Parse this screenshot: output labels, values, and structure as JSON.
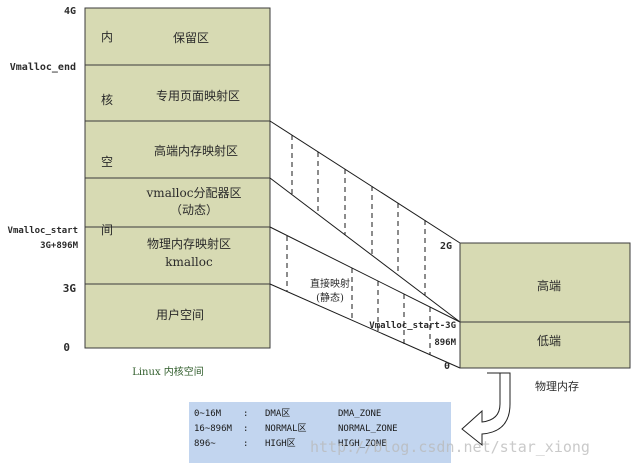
{
  "left_axis": {
    "top_4g": "4G",
    "vmalloc_end": "Vmalloc_end",
    "vmalloc_start": "Vmalloc_start",
    "addr_3g896m": "3G+896M",
    "addr_3g": "3G",
    "addr_0": "0"
  },
  "kernel_space_vertical": [
    "内",
    "核",
    "空",
    "间"
  ],
  "regions": {
    "reserved": "保留区",
    "dedicated": "专用页面映射区",
    "highmem": "高端内存映射区",
    "vmalloc_line1": "vmalloc分配器区",
    "vmalloc_line2": "（动态）",
    "physmap_line1": "物理内存映射区",
    "physmap_line2": "kmalloc",
    "user": "用户空间"
  },
  "linux_caption": "Linux 内核空间",
  "mapping_label_line1": "直接映射",
  "mapping_label_line2": "(静态)",
  "phys": {
    "label_2g": "2G",
    "vmalloc_start_3g": "Vmalloc_start-3G",
    "label_896m": "896M",
    "label_0": "0",
    "high": "高端",
    "low": "低端",
    "caption": "物理内存"
  },
  "zones": [
    {
      "range": "0~16M",
      "sep": ":",
      "area": "DMA区",
      "zone": "DMA_ZONE"
    },
    {
      "range": "16~896M",
      "sep": ":",
      "area": "NORMAL区",
      "zone": "NORMAL_ZONE"
    },
    {
      "range": "896~",
      "sep": ":",
      "area": "HIGH区",
      "zone": "HIGH_ZONE"
    }
  ],
  "watermark": "http://blog.csdn.net/star_xiong",
  "colors": {
    "box_fill": "#d7dab3",
    "zone_fill": "#c2d5ef",
    "arrow_fill": "#ffffff",
    "caption_text": "#2f5c2a"
  }
}
